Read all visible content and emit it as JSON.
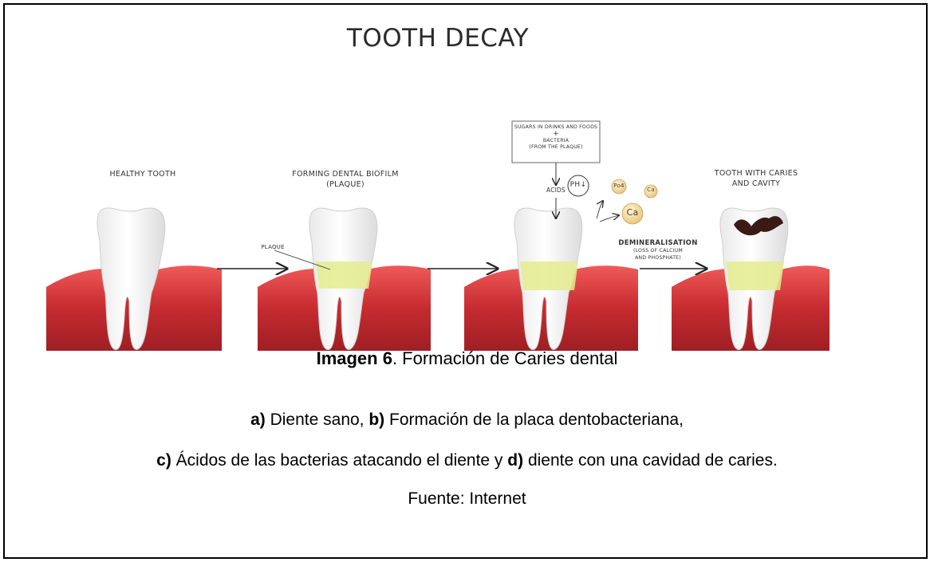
{
  "figure": {
    "title": "TOOTH DECAY",
    "stage_a_label": "HEALTHY TOOTH",
    "stage_b_label_1": "FORMING DENTAL BIOFILM",
    "stage_b_label_2": "(PLAQUE)",
    "plaque_label": "PLAQUE",
    "box_line_1": "SUGARS IN DRINKS AND FOODS",
    "box_plus": "+",
    "box_line_2": "BACTERIA",
    "box_line_3": "(FROM THE PLAQUE)",
    "acids_label": "ACIDS",
    "ph_label": "PH↓",
    "ion_po4": "Po4",
    "ion_ca_small": "Ca",
    "ion_ca_large": "Ca",
    "demin_title": "DEMINERALISATION",
    "demin_sub_1": "(LOSS OF CALCIUM",
    "demin_sub_2": "AND PHOSPHATE)",
    "stage_d_label_1": "TOOTH WITH CARIES",
    "stage_d_label_2": "AND CAVITY"
  },
  "caption": {
    "label": "Imagen 6",
    "text": ". Formación de Caries dental",
    "a_key": "a)",
    "a_text": " Diente sano, ",
    "b_key": "b)",
    "b_text": " Formación de la placa dentobacteriana,",
    "c_key": "c)",
    "c_text": " Ácidos de las bacterias atacando el diente y ",
    "d_key": "d)",
    "d_text": " diente con una cavidad de caries.",
    "source": "Fuente: Internet"
  }
}
